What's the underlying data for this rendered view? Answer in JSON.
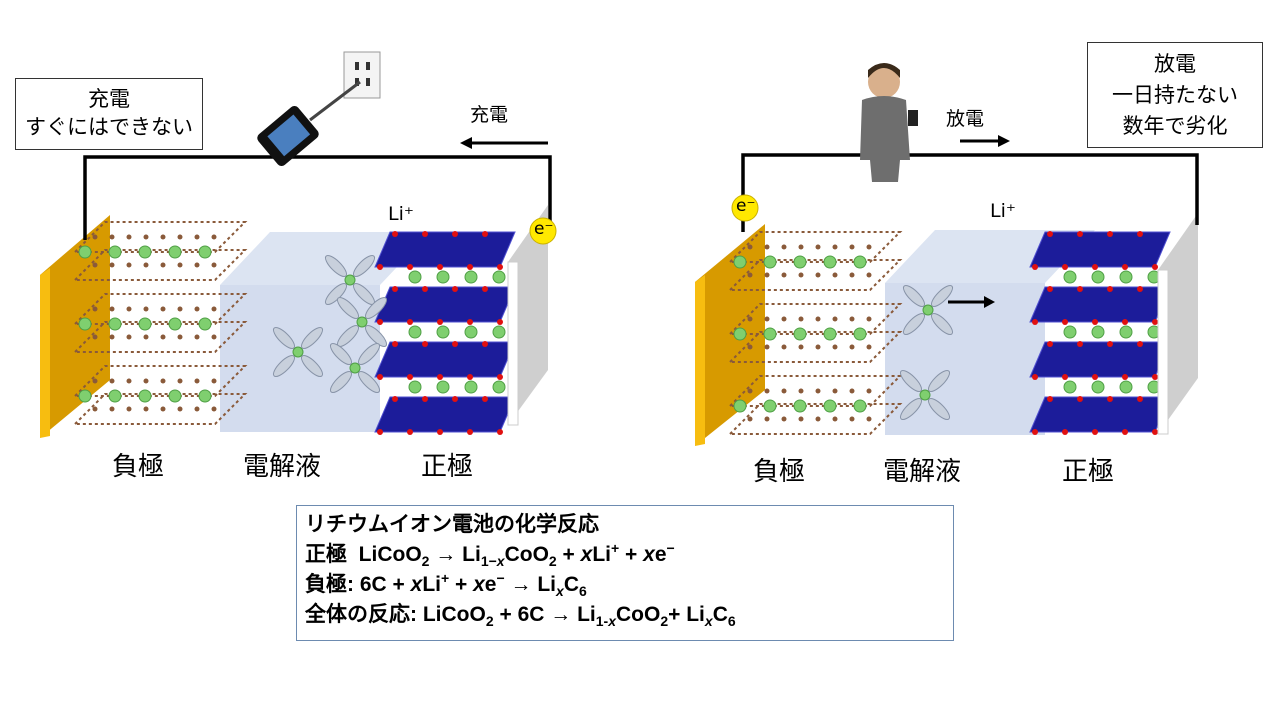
{
  "charging": {
    "note_title": "充電",
    "note_sub": "すぐにはできない",
    "arrow_label": "充電",
    "ion_label": "Li⁺",
    "electron_label": "e⁻",
    "anode_label": "負極",
    "electrolyte_label": "電解液",
    "cathode_label": "正極"
  },
  "discharging": {
    "note_title": "放電",
    "note_line2": "一日持たない",
    "note_line3": "数年で劣化",
    "arrow_label": "放電",
    "ion_label": "Li⁺",
    "electron_label": "e⁻",
    "anode_label": "負極",
    "electrolyte_label": "電解液",
    "cathode_label": "正極"
  },
  "reactions": {
    "title": "リチウムイオン電池の化学反応",
    "cathode_prefix": "正極",
    "anode_prefix": "負極:",
    "overall_prefix": "全体の反応:",
    "cathode_eq": "LiCoO2 → Li1−xCoO2 + xLi+ + xe−",
    "anode_eq": "6C + xLi+ + xe− → LixC6",
    "overall_eq": "LiCoO2 + 6C → Li1-xCoO2+ LixC6"
  },
  "colors": {
    "gold": "#e8a900",
    "electrolyte": "#dce4f2",
    "cathode": "#1c1c9a",
    "lithium": "#7fcf6f",
    "carbon": "#8a5a3a",
    "border": "#6d8bb0"
  }
}
